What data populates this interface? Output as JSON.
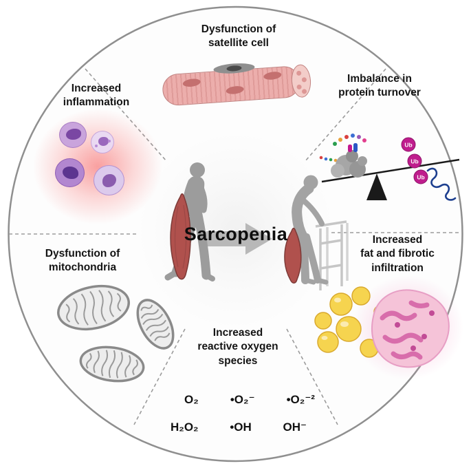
{
  "center": {
    "title": "Sarcopenia"
  },
  "sectors": {
    "satellite_cell": {
      "line1": "Dysfunction of",
      "line2": "satellite cell"
    },
    "protein_turnover": {
      "line1": "Imbalance in",
      "line2": "protein turnover",
      "ub": "Ub"
    },
    "fat_infiltration": {
      "line1": "Increased",
      "line2": "fat and fibrotic",
      "line3": "infiltration"
    },
    "reactive_oxygen": {
      "line1": "Increased",
      "line2": "reactive oxygen",
      "line3": "species",
      "formulas_row1": [
        "O₂",
        "•O₂⁻",
        "•O₂⁻²"
      ],
      "formulas_row2": [
        "H₂O₂",
        "•OH",
        "OH⁻"
      ]
    },
    "mitochondria": {
      "line1": "Dysfunction of",
      "line2": "mitochondria"
    },
    "inflammation": {
      "line1": "Increased",
      "line2": "inflammation"
    }
  },
  "colors": {
    "muscle_red": "#b0514d",
    "silhouette_gray": "#9c9c9c",
    "inflammation_glow": "#f65353",
    "ubiquitin_magenta": "#bf1d8d",
    "fat_yellow": "#f6d44f",
    "fibrosis_pink": "#f5c3d8",
    "fiber_pink": "#ecaeac"
  }
}
